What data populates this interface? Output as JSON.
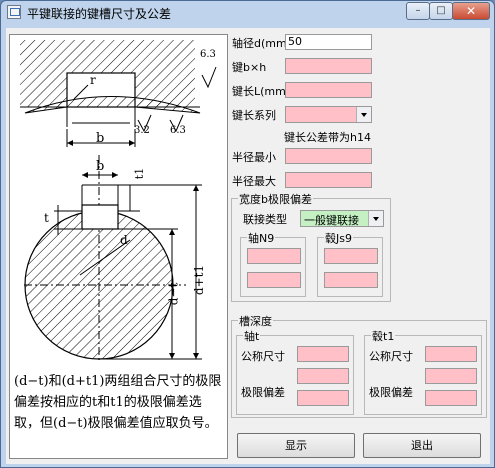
{
  "window": {
    "title": "平键联接的键槽尺寸及公差",
    "minimize_glyph": "–",
    "maximize_glyph": "□",
    "close_glyph": "✕"
  },
  "drawing": {
    "labels": {
      "roughness_top": "6.3",
      "r": "r",
      "b_top": "b",
      "roughness_mid_left": "3.2",
      "roughness_mid_right": "6.3",
      "b_bottom": "b",
      "t1": "t1",
      "t": "t",
      "d": "d",
      "d_minus_t": "d−t",
      "d_plus_t1": "d+t1"
    },
    "description": "(d−t)和(d+t1)两组组合尺寸的极限偏差按相应的t和t1的极限偏差选取，但(d−t)极限偏差值应取负号。"
  },
  "form": {
    "shaft_diameter": {
      "label": "轴径d(mm)",
      "value": "50"
    },
    "key_bxh": {
      "label": "键b×h",
      "value": ""
    },
    "key_length": {
      "label": "键长L(mm)",
      "value": ""
    },
    "key_length_series": {
      "label": "键长系列",
      "value": ""
    },
    "key_length_tolerance_note": "键长公差带为h14",
    "radius_min": {
      "label": "半径最小",
      "value": ""
    },
    "radius_max": {
      "label": "半径最大",
      "value": ""
    },
    "width_deviation": {
      "title": "宽度b极限偏差",
      "connection_type_label": "联接类型",
      "connection_type_value": "一般键联接",
      "shaft_group": "轴N9",
      "hub_group": "毂Js9"
    },
    "slot_depth": {
      "title": "槽深度",
      "shaft_group": "轴t",
      "hub_group": "毂t1",
      "nominal_label": "公称尺寸",
      "limit_label": "极限偏差"
    }
  },
  "buttons": {
    "show": "显示",
    "exit": "退出"
  },
  "colors": {
    "input_bg": "#ffc0c8",
    "combo_green": "#c4f0c4",
    "window_frame": "#bfd4ec"
  }
}
